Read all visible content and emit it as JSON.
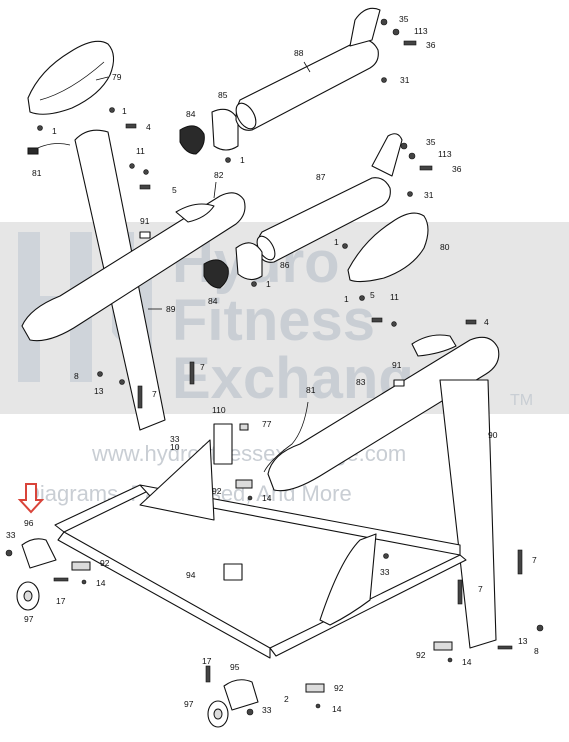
{
  "watermark": {
    "line1": "Hydro",
    "line2": "Fitness",
    "line3": "Exchange",
    "tm": "TM",
    "url": "www.hydrofitnessexchange.com",
    "tagline": "Diagrams, Parts, Used, And More"
  },
  "colors": {
    "highlight_arrow": "#d9443a",
    "watermark": "#c9ced4",
    "line": "#111111"
  },
  "part_labels": {
    "p79": "79",
    "p81a": "81",
    "p1a": "1",
    "p1b": "1",
    "p4a": "4",
    "p11a": "11",
    "p5a": "5",
    "p84a": "84",
    "p85": "85",
    "p1c": "1",
    "p88": "88",
    "p35a": "35",
    "p113a": "113",
    "p36a": "36",
    "p31a": "31",
    "p82": "82",
    "p91a": "91",
    "p87": "87",
    "p35b": "35",
    "p113b": "113",
    "p36b": "36",
    "p31b": "31",
    "p80": "80",
    "p1d": "1",
    "p86": "86",
    "p84b": "84",
    "p1e": "1",
    "p1f": "1",
    "p5b": "5",
    "p11b": "11",
    "p4b": "4",
    "p89": "89",
    "p91b": "91",
    "p7a": "7",
    "p8a": "8",
    "p13a": "13",
    "p7b": "7",
    "p81b": "81",
    "p83": "83",
    "p110": "110",
    "p77": "77",
    "p33a": "33",
    "p10": "10",
    "p90": "90",
    "p92a": "92",
    "p14a": "14",
    "p33b": "33",
    "p96": "96",
    "p92b": "92",
    "p14b": "14",
    "p17a": "17",
    "p97a": "97",
    "p94": "94",
    "p33c": "33",
    "p7c": "7",
    "p7d": "7",
    "p13b": "13",
    "p8b": "8",
    "p92c": "92",
    "p14c": "14",
    "p17b": "17",
    "p95": "95",
    "p92d": "92",
    "p97b": "97",
    "p33d": "33",
    "p2": "2",
    "p14d": "14"
  }
}
